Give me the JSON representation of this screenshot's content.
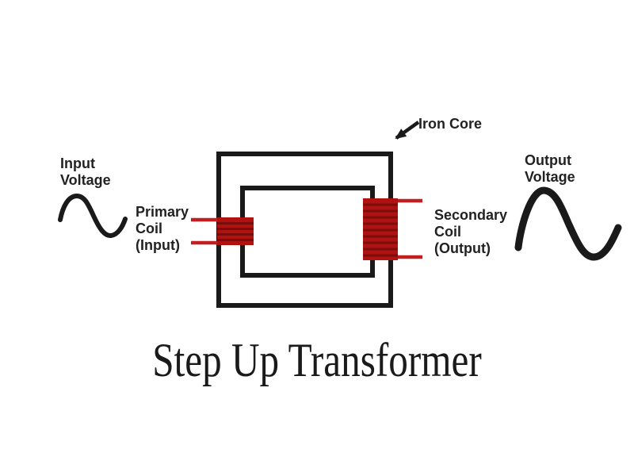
{
  "title": "Step Up Transformer",
  "labels": {
    "input_voltage": "Input\nVoltage",
    "primary_coil": "Primary\nCoil\n(Input)",
    "iron_core": "Iron Core",
    "secondary_coil": "Secondary\nCoil\n(Output)",
    "output_voltage": "Output\nVoltage"
  },
  "diagram": {
    "type": "transformer-schematic",
    "components": [
      "iron-core-outer-loop",
      "iron-core-inner-window",
      "primary-coil-winding",
      "secondary-coil-winding",
      "input-sine-wave",
      "output-sine-wave",
      "iron-core-pointer-arrow"
    ],
    "relationship": "secondary coil taller than primary; output wave larger than input wave"
  },
  "colors": {
    "background": "#ffffff",
    "line": "#1a1a1a",
    "text": "#222222",
    "title_text": "#1a1a1a",
    "coil": "#b01212",
    "coil_stripe": "#7a0c0c",
    "lead": "#c22020"
  }
}
